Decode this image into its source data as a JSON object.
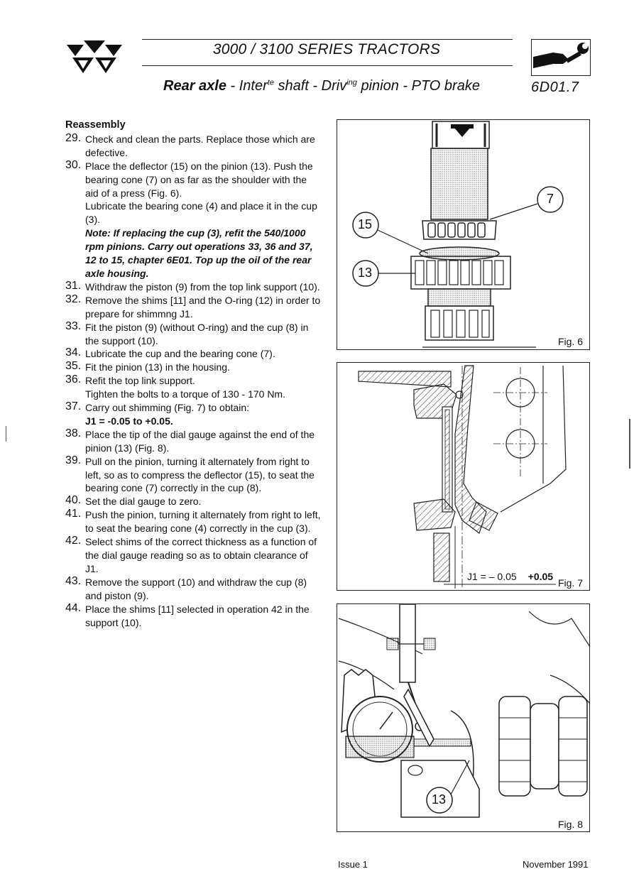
{
  "header": {
    "series_title": "3000 / 3100 SERIES TRACTORS",
    "subtitle_bold": "Rear axle",
    "subtitle_rest_1": " - Inter",
    "subtitle_sup_1": "te",
    "subtitle_rest_2": " shaft - Driv",
    "subtitle_sup_2": "ing",
    "subtitle_rest_3": " pinion - PTO brake",
    "page_code": "6D01.7",
    "logo_icon": "massey-ferguson-triple-triangle-logo",
    "tool_icon": "hand-wrench-icon"
  },
  "content": {
    "heading": "Reassembly",
    "steps": [
      {
        "num": "29.",
        "lines": [
          "Check and clean the parts. Replace those which are defective."
        ]
      },
      {
        "num": "30.",
        "lines": [
          "Place the deflector (15) on the pinion (13). Push the bearing cone (7) on as far as the shoulder with the aid of a press (Fig. 6).",
          "Lubricate the bearing cone (4) and place it in the cup (3)."
        ],
        "note": "Note: If replacing the cup (3), refit the 540/1000 rpm pinions. Carry out operations 33, 36 and 37, 12 to 15, chapter 6E01. Top up the oil of the rear axle housing."
      },
      {
        "num": "31.",
        "lines": [
          "Withdraw the piston (9) from the top link support (10)."
        ]
      },
      {
        "num": "32.",
        "lines": [
          "Remove the shims [11] and the O-ring (12) in order to prepare for shimmng J1."
        ]
      },
      {
        "num": "33.",
        "lines": [
          "Fit the piston (9) (without O-ring) and the cup (8) in the support (10)."
        ]
      },
      {
        "num": "34.",
        "lines": [
          "Lubricate the cup and the bearing cone (7)."
        ]
      },
      {
        "num": "35.",
        "lines": [
          "Fit the pinion (13) in the housing."
        ]
      },
      {
        "num": "36.",
        "lines": [
          "Refit the top link support.",
          "Tighten the bolts to a torque of 130 - 170 Nm."
        ]
      },
      {
        "num": "37.",
        "lines": [
          "Carry out shimming (Fig. 7) to obtain:"
        ],
        "bold_line": "J1 = -0.05 to +0.05."
      },
      {
        "num": "38.",
        "lines": [
          "Place the tip of the dial gauge against the end of the pinion (13) (Fig. 8)."
        ]
      },
      {
        "num": "39.",
        "lines": [
          "Pull on the pinion, turning it alternately from right to left, so as to compress the deflector (15), to seat the bearing cone (7) correctly in the cup (8)."
        ]
      },
      {
        "num": "40.",
        "lines": [
          "Set the dial gauge to zero."
        ]
      },
      {
        "num": "41.",
        "lines": [
          "Push the pinion, turning it alternately from right to left, to seat the bearing cone (4) correctly in the cup (3)."
        ]
      },
      {
        "num": "42.",
        "lines": [
          "Select shims of the correct thickness as a function of the dial gauge reading so as to obtain clearance of J1."
        ]
      },
      {
        "num": "43.",
        "lines": [
          "Remove the support (10) and withdraw the cup (8) and piston (9)."
        ]
      },
      {
        "num": "44.",
        "lines": [
          "Place the shims [11] selected in operation 42 in the support (10)."
        ]
      }
    ]
  },
  "figures": {
    "fig6": {
      "label": "Fig. 6",
      "callouts": [
        "7",
        "15",
        "13"
      ]
    },
    "fig7": {
      "label": "Fig. 7",
      "dimension": "J1 = – 0.05",
      "dimension_plus": "+0.05"
    },
    "fig8": {
      "label": "Fig. 8",
      "callouts": [
        "13"
      ]
    }
  },
  "footer": {
    "issue": "Issue 1",
    "date": "November 1991"
  }
}
